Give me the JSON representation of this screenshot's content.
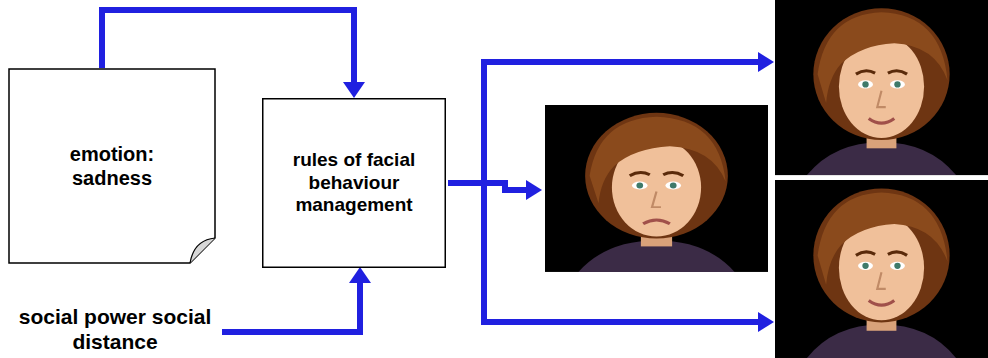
{
  "diagram": {
    "nodes": [
      {
        "text": [
          "emotion: sadness"
        ]
      },
      {
        "text": [
          "rules of facial behaviour management"
        ]
      }
    ],
    "edges": [
      {
        "from": 0,
        "to": 1,
        "arrow": "to"
      }
    ],
    "labels": [
      "social power social distance"
    ]
  }
}
